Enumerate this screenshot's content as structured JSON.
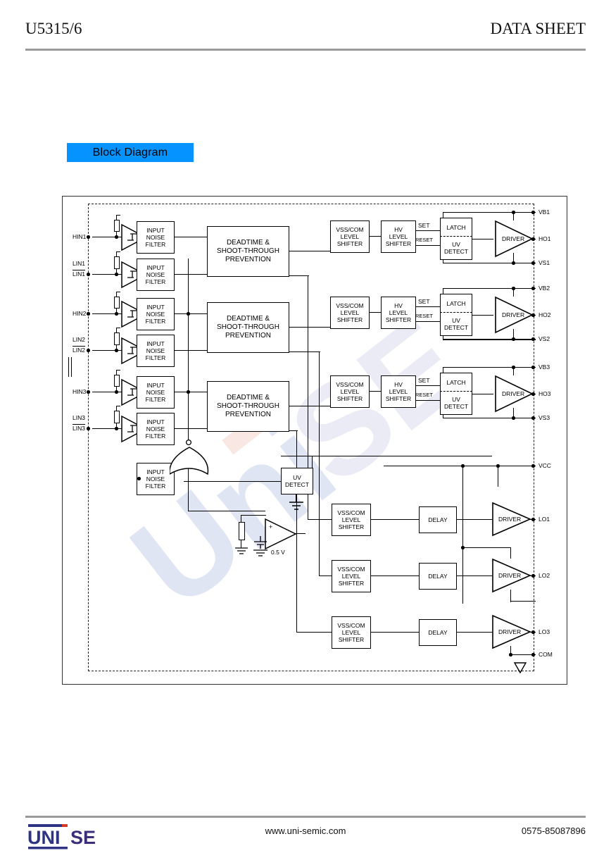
{
  "header": {
    "left": "U5315/6",
    "right": "DATA SHEET"
  },
  "section": {
    "title": "Block Diagram"
  },
  "footer": {
    "logo_uni": "UNI",
    "logo_se": "SE",
    "website": "www.uni-semic.com",
    "phone": "0575-85087896"
  },
  "colors": {
    "section_header_bg": "#0593ff",
    "logo_navy": "#2f3383",
    "logo_red": "#d93a23",
    "rule_gray": "#9a9a9a",
    "watermark_blue": "#c8d0ea"
  },
  "diagram": {
    "watermark_text": "Uni SE",
    "input_pins": [
      {
        "name": "HIN1",
        "overline": false
      },
      {
        "name": "LIN1",
        "overline": true
      },
      {
        "name": "HIN2",
        "overline": false
      },
      {
        "name": "LIN2",
        "overline": true
      },
      {
        "name": "HIN3",
        "overline": false
      },
      {
        "name": "LIN3",
        "overline": true
      }
    ],
    "output_pins": [
      "VB1",
      "HO1",
      "VS1",
      "VB2",
      "HO2",
      "VS2",
      "VB3",
      "HO3",
      "VS3",
      "VCC",
      "LO1",
      "LO2",
      "LO3",
      "COM"
    ],
    "blocks": {
      "input_noise_filter": [
        "INPUT",
        "NOISE",
        "FILTER"
      ],
      "deadtime": [
        "DEADTIME &",
        "SHOOT-THROUGH",
        "PREVENTION"
      ],
      "vss_com_level_shifter": [
        "VSS/COM",
        "LEVEL",
        "SHIFTER"
      ],
      "hv_level_shifter": [
        "HV",
        "LEVEL",
        "SHIFTER"
      ],
      "latch": "LATCH",
      "uv_detect": [
        "UV",
        "DETECT"
      ],
      "driver": "DRIVER",
      "delay": "DELAY"
    },
    "signal_labels": {
      "set": "SET",
      "reset": "RESET"
    },
    "reference": {
      "voltage": "0.5 V"
    }
  }
}
